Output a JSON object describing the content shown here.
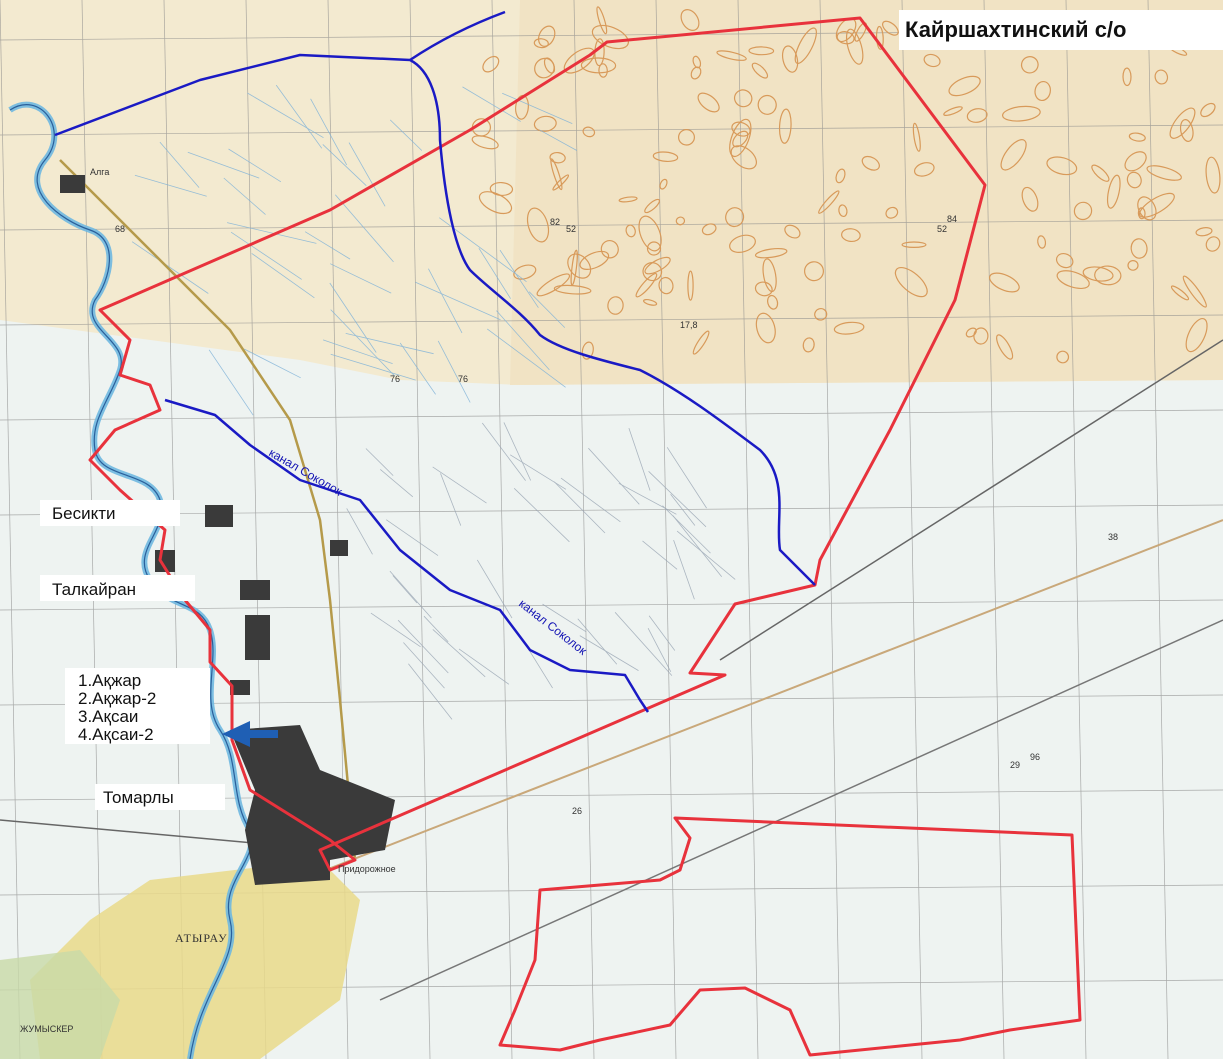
{
  "title": "Кайршахтинский с/о",
  "settlements": {
    "besikti": "Бесикти",
    "talkairan": "Талкайран",
    "tomarly": "Томарлы"
  },
  "legend_items": [
    "1.Ақжар",
    "2.Ақжар-2",
    "3.Ақсаи",
    "4.Ақсаи-2"
  ],
  "canal_labels": [
    "канал Соколок",
    "канал Соколок"
  ],
  "map_labels": {
    "atyrau": "АТЫРАУ",
    "alga": "Алга",
    "pridorozhnoe": "Придорожное",
    "zhumysker": "ЖУМЫСКЕР",
    "grid_76a": "76",
    "grid_76b": "76",
    "grid_82": "82",
    "grid_52a": "52",
    "grid_52b": "52",
    "grid_84": "84",
    "grid_68": "68",
    "grid_26": "26",
    "grid_29": "29",
    "grid_96": "96",
    "grid_38": "38",
    "spot_17_8": "17,8"
  },
  "colors": {
    "boundary": "#e8323c",
    "canal": "#1a1ac4",
    "settlement": "#3a3a3a",
    "arrow": "#1f5fb4",
    "contour": "#d89a5a",
    "water": "#6fb8e0",
    "topo_bg": "#f3ead0",
    "plain_bg": "#eef3f1",
    "grid": "#8a8a8a"
  }
}
